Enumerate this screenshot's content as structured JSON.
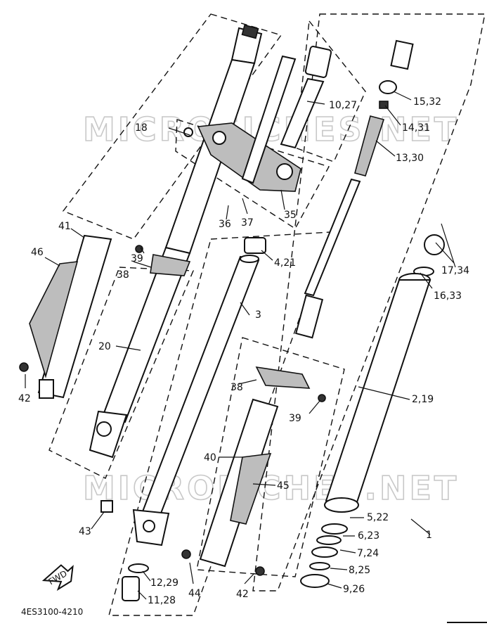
{
  "watermark": "MICROFICHES.NET",
  "drawing_code": "4ES3100-4210",
  "fwd_label": "FWD",
  "callouts": {
    "c1": "1",
    "c2_19": "2,19",
    "c3": "3",
    "c4_21": "4,21",
    "c5_22": "5,22",
    "c6_23": "6,23",
    "c7_24": "7,24",
    "c8_25": "8,25",
    "c9_26": "9,26",
    "c10_27": "10,27",
    "c11_28": "11,28",
    "c12_29": "12,29",
    "c13_30": "13,30",
    "c14_31": "14,31",
    "c15_32": "15,32",
    "c16_33": "16,33",
    "c17_34": "17,34",
    "c18": "18",
    "c20": "20",
    "c35": "35",
    "c36": "36",
    "c37": "37",
    "c38_top": "38",
    "c38_mid": "38",
    "c39_top": "39",
    "c39_mid": "39",
    "c40": "40",
    "c41": "41",
    "c42_left": "42",
    "c42_bottom": "42",
    "c43": "43",
    "c44": "44",
    "c45": "45",
    "c46": "46"
  }
}
